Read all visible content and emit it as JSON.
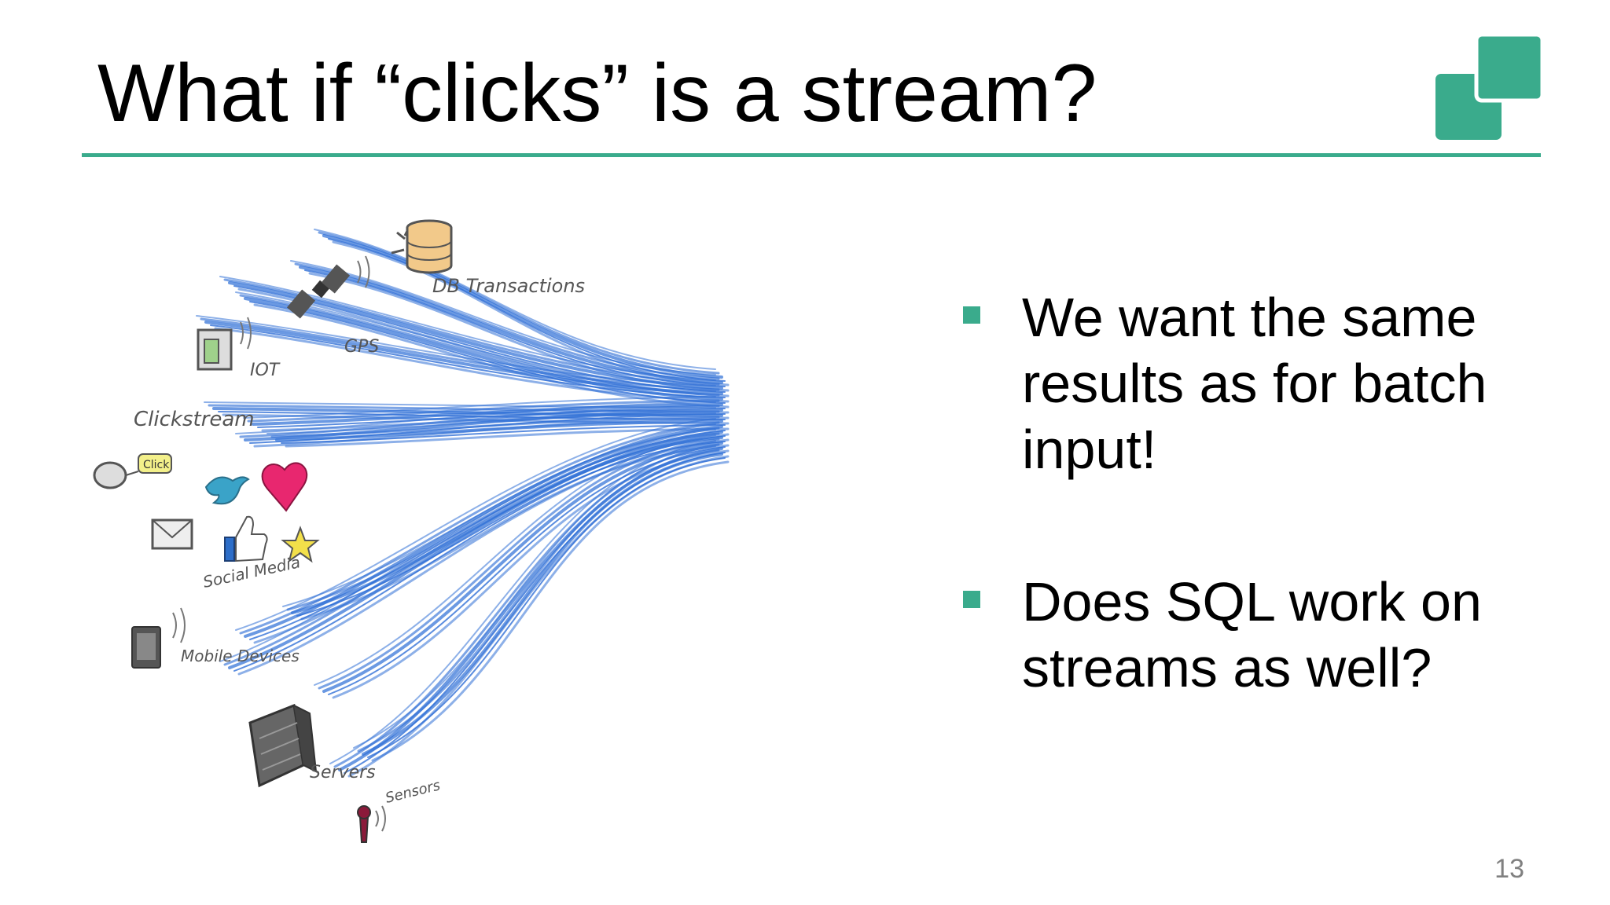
{
  "slide": {
    "title": "What if “clicks” is a stream?",
    "page_number": "13"
  },
  "colors": {
    "accent": "#3aab8c",
    "stream_blue": "#2f6fd6",
    "page_number_gray": "#808080"
  },
  "illustration": {
    "icons": [
      {
        "icon": "database-icon",
        "label": "DB Transactions"
      },
      {
        "icon": "satellite-icon",
        "label": "GPS"
      },
      {
        "icon": "iot-device-icon",
        "label": "IOT"
      },
      {
        "icon": "mouse-click-icon",
        "label": "Clickstream"
      },
      {
        "icon": "bird-icon",
        "label": ""
      },
      {
        "icon": "heart-icon",
        "label": ""
      },
      {
        "icon": "envelope-icon",
        "label": ""
      },
      {
        "icon": "thumbs-up-icon",
        "label": "Social Media"
      },
      {
        "icon": "star-icon",
        "label": ""
      },
      {
        "icon": "mobile-device-icon",
        "label": "Mobile Devices"
      },
      {
        "icon": "server-icon",
        "label": "Servers"
      },
      {
        "icon": "sensor-icon",
        "label": "Sensors"
      }
    ]
  },
  "bullets": [
    {
      "text": "We want the same results as for batch input!"
    },
    {
      "text": "Does SQL work on streams as well?"
    }
  ]
}
